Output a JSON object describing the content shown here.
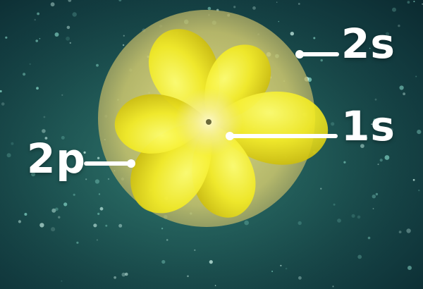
{
  "labels": {
    "shell_2s": "2s",
    "shell_1s": "1s",
    "orbital_2p": "2p"
  },
  "colors": {
    "orbital_yellow": "#f2ea2a",
    "shell_2s_fill": "#d8d27a",
    "background": "#1e5654",
    "label_white": "#ffffff"
  }
}
